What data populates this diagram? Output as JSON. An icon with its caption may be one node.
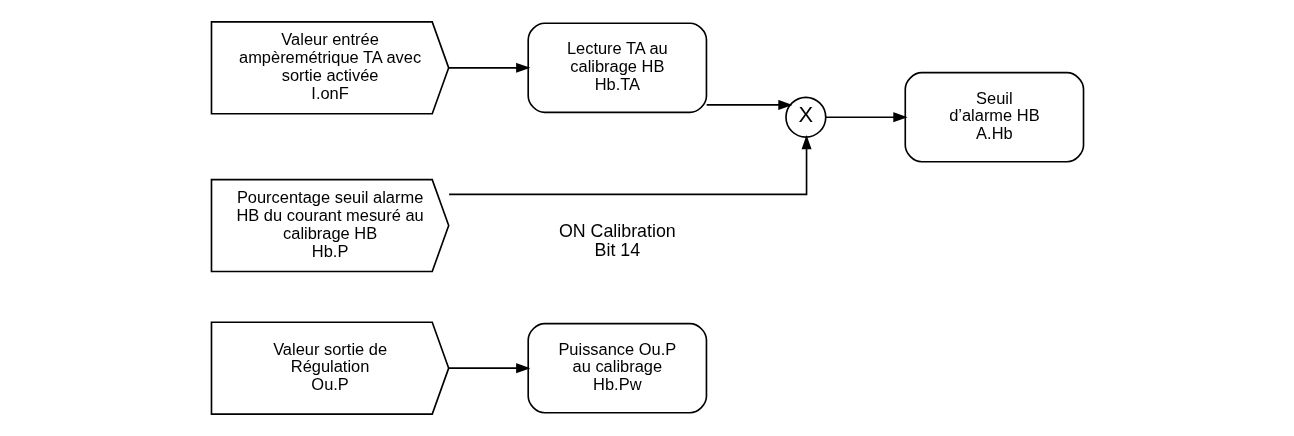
{
  "diagram": {
    "nodes": [
      {
        "text": [
          "Valeur sortie de Régulation",
          "Ou.P"
        ]
      },
      {
        "text": [
          "Puissance Ou.P au calibrage",
          "Hb.Pw"
        ]
      },
      {
        "text": [
          "Valeur entrée ampèremétrique TA avec sortie activée",
          "I.onF"
        ]
      },
      {
        "text": [
          "Lecture TA au calibrage HB",
          "Hb.TA"
        ]
      },
      {
        "text": [
          "X"
        ]
      },
      {
        "text": [
          "Seuil d’alarme HB",
          "A.Hb"
        ]
      },
      {
        "text": [
          "Pourcentage seuil alarme HB du courant mesuré au calibrage HB",
          "Hb.P"
        ]
      }
    ],
    "edges": [
      {
        "from": 0,
        "to": 1,
        "arrow": "to"
      },
      {
        "from": 2,
        "to": 3,
        "arrow": "to"
      },
      {
        "from": 3,
        "to": 4,
        "arrow": "to"
      },
      {
        "from": 4,
        "to": 5,
        "arrow": "to"
      },
      {
        "from": 6,
        "to": 4,
        "arrow": "to"
      }
    ],
    "labels": [
      "ON Calibration Bit 14"
    ]
  }
}
